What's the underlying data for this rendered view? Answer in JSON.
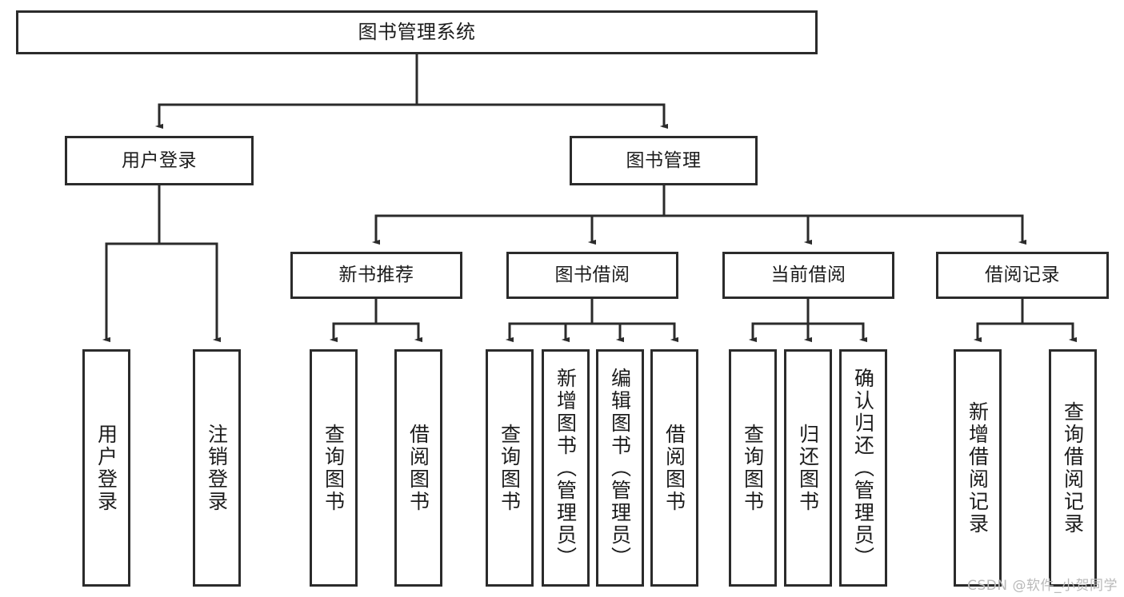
{
  "diagram": {
    "title": "图书管理系统",
    "type": "tree-hierarchy-diagram",
    "colors": {
      "stroke": "#2b2b2b",
      "fill": "#ffffff",
      "text": "#1c1c1c",
      "watermark": "#b9b9b9"
    },
    "root": {
      "label": "图书管理系统"
    },
    "level2": [
      {
        "label": "用户登录"
      },
      {
        "label": "图书管理"
      }
    ],
    "level3": [
      {
        "label": "新书推荐"
      },
      {
        "label": "图书借阅"
      },
      {
        "label": "当前借阅"
      },
      {
        "label": "借阅记录"
      }
    ],
    "leaves": {
      "user_login": [
        {
          "label": "用户登录"
        },
        {
          "label": "注销登录"
        }
      ],
      "new_book": [
        {
          "label": "查询图书"
        },
        {
          "label": "借阅图书"
        }
      ],
      "book_borrow": [
        {
          "label": "查询图书"
        },
        {
          "label": "新增图书（管理员）"
        },
        {
          "label": "编辑图书（管理员）"
        },
        {
          "label": "借阅图书"
        }
      ],
      "current_borrow": [
        {
          "label": "查询图书"
        },
        {
          "label": "归还图书"
        },
        {
          "label": "确认归还（管理员）"
        }
      ],
      "borrow_record": [
        {
          "label": "新增借阅记录"
        },
        {
          "label": "查询借阅记录"
        }
      ]
    },
    "watermark": "CSDN @软件_小贺同学"
  }
}
